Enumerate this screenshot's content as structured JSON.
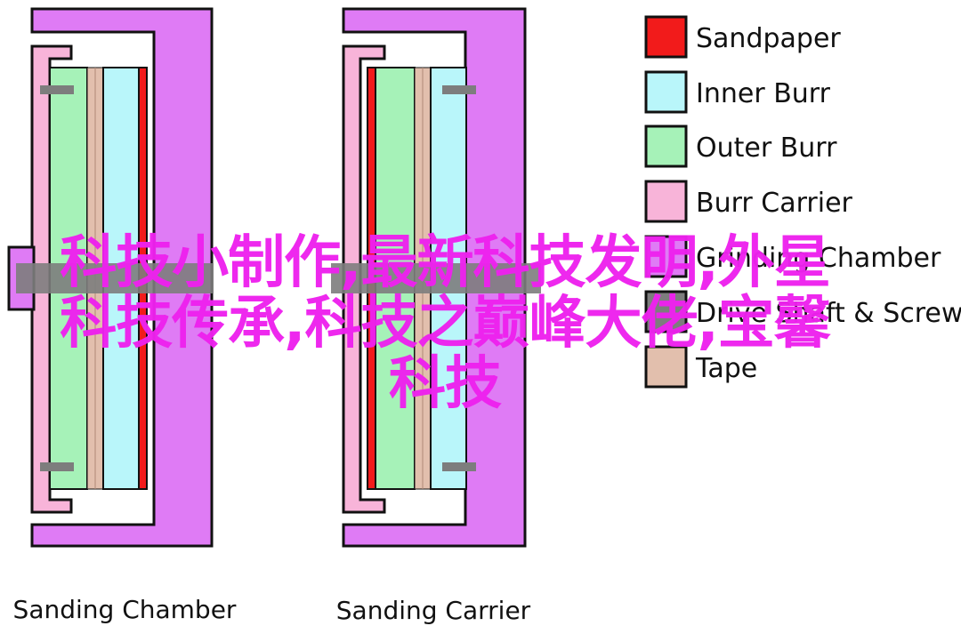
{
  "colors": {
    "sandpaper": "#f21b1b",
    "inner_burr": "#b9f6fa",
    "outer_burr": "#a6f2b8",
    "burr_carrier": "#f8b4d9",
    "grinding_chamber": "#df7bf5",
    "drive_shaft_screws": "#7d7d7d",
    "tape": "#e2bfad",
    "overlay_text": "#ee22ee"
  },
  "legend": {
    "items": [
      {
        "label": "Sandpaper",
        "color": "#f21b1b"
      },
      {
        "label": "Inner Burr",
        "color": "#b9f6fa"
      },
      {
        "label": "Outer Burr",
        "color": "#a6f2b8"
      },
      {
        "label": "Burr Carrier",
        "color": "#f8b4d9"
      },
      {
        "label": "Grinding Chamber",
        "color": "#df7bf5"
      },
      {
        "label": "Drive Shaft & Screws",
        "color": "#7d7d7d"
      },
      {
        "label": "Tape",
        "color": "#e2bfad"
      }
    ]
  },
  "captions": {
    "left": "Sanding Chamber",
    "right": "Sanding Carrier"
  },
  "overlay": {
    "line1": "科技小制作,最新科技发明,外星",
    "line2": "科技传承,科技之巅峰大佬,宝馨",
    "line3": "科技"
  }
}
